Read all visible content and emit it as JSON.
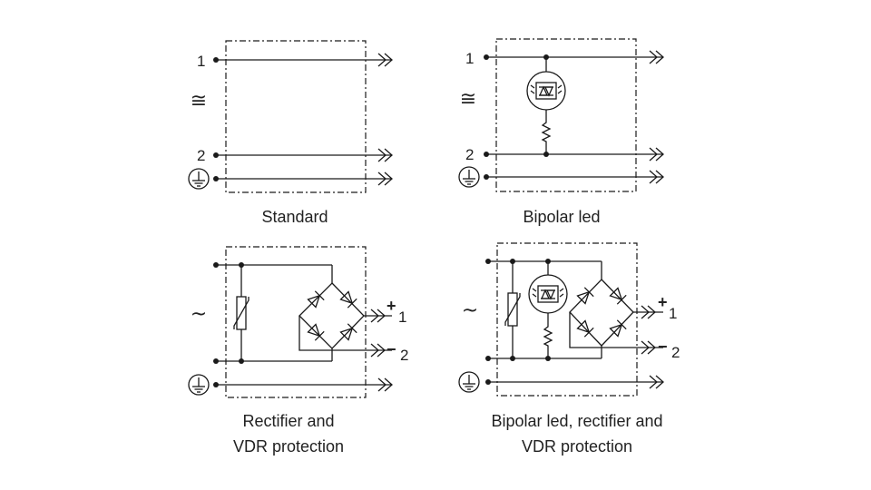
{
  "panels": [
    {
      "caption_lines": [
        "Standard"
      ],
      "supply_symbol": "≅",
      "terminals": [
        "1",
        "2"
      ]
    },
    {
      "caption_lines": [
        "Bipolar led"
      ],
      "supply_symbol": "≅",
      "terminals": [
        "1",
        "2"
      ]
    },
    {
      "caption_lines": [
        "Rectifier and",
        "VDR protection"
      ],
      "supply_symbol": "~",
      "outputs": [
        {
          "polarity": "+",
          "number": "1"
        },
        {
          "polarity": "−",
          "number": "2"
        }
      ]
    },
    {
      "caption_lines": [
        "Bipolar led, rectifier  and",
        "VDR protection"
      ],
      "supply_symbol": "~",
      "outputs": [
        {
          "polarity": "+",
          "number": "1"
        },
        {
          "polarity": "−",
          "number": "2"
        }
      ]
    }
  ],
  "icons": {
    "ground": "earth-ground-icon",
    "connector": "double-chevron-pin-icon",
    "led": "bipolar-led-icon",
    "resistor": "resistor-icon",
    "vdr": "varistor-icon",
    "diode": "diode-icon"
  }
}
